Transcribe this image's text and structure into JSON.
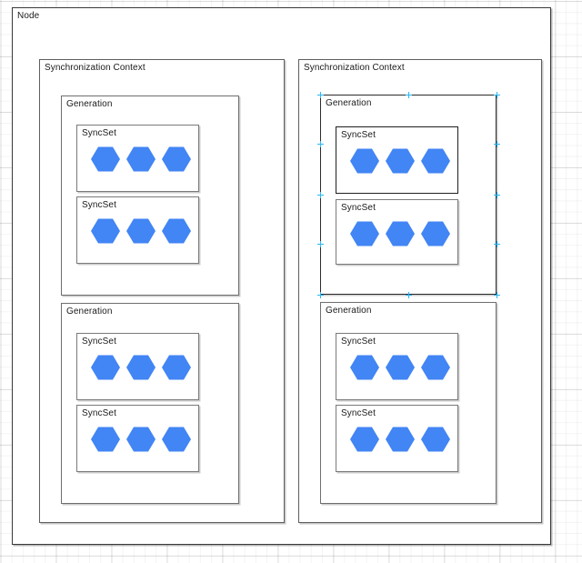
{
  "diagram": {
    "title": "Node",
    "background": {
      "grid": true,
      "grid_color": "#f0f0f0",
      "canvas_color": "#ffffff"
    },
    "accent_color": "#4285f4",
    "selection_color": "#29b6f6",
    "node": {
      "label": "Node",
      "contexts": [
        {
          "label": "Synchronization Context",
          "selected": false,
          "generations": [
            {
              "label": "Generation",
              "selected": false,
              "syncsets": [
                {
                  "label": "SyncSet",
                  "hexagons": 3,
                  "emphasized": false
                },
                {
                  "label": "SyncSet",
                  "hexagons": 3,
                  "emphasized": false
                }
              ]
            },
            {
              "label": "Generation",
              "selected": false,
              "syncsets": [
                {
                  "label": "SyncSet",
                  "hexagons": 3,
                  "emphasized": false
                },
                {
                  "label": "SyncSet",
                  "hexagons": 3,
                  "emphasized": false
                }
              ]
            }
          ]
        },
        {
          "label": "Synchronization Context",
          "selected": false,
          "generations": [
            {
              "label": "Generation",
              "selected": true,
              "syncsets": [
                {
                  "label": "SyncSet",
                  "hexagons": 3,
                  "emphasized": true
                },
                {
                  "label": "SyncSet",
                  "hexagons": 3,
                  "emphasized": false
                }
              ]
            },
            {
              "label": "Generation",
              "selected": false,
              "syncsets": [
                {
                  "label": "SyncSet",
                  "hexagons": 3,
                  "emphasized": false
                },
                {
                  "label": "SyncSet",
                  "hexagons": 3,
                  "emphasized": false
                }
              ]
            }
          ]
        }
      ]
    }
  }
}
